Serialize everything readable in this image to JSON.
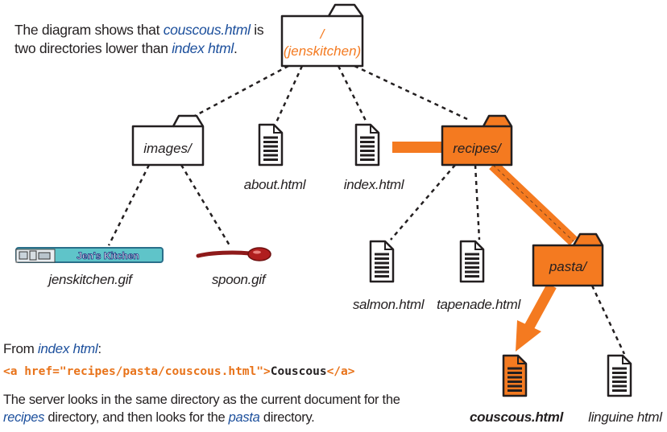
{
  "intro": {
    "part1": "The diagram shows that ",
    "file1": "couscous.html",
    "part2": " is two directories lower than ",
    "file2": "index html",
    "part3": "."
  },
  "nodes": {
    "root_line1": "/",
    "root_line2": "(jenskitchen)",
    "images": "images/",
    "about": "about.html",
    "index": "index.html",
    "recipes": "recipes/",
    "jenskitchen_gif": "jenskitchen.gif",
    "jenskitchen_logo_text": "Jen's Kitchen",
    "spoon_gif": "spoon.gif",
    "salmon": "salmon.html",
    "tapenade": "tapenade.html",
    "pasta": "pasta/",
    "couscous": "couscous.html",
    "linguine": "linguine html"
  },
  "from": {
    "prefix": "From ",
    "file": "index html",
    "suffix": ":"
  },
  "code": {
    "open_tag": "<a href=\"recipes/pasta/couscous.html\">",
    "link_text": "Couscous",
    "close_tag": "</a>"
  },
  "footer": {
    "part1": "The server looks in the same directory as the current document for the ",
    "dir1": "recipes",
    "part2": " directory, and then looks for the ",
    "dir2": "pasta",
    "part3": " directory."
  },
  "colors": {
    "highlight": "#f47a20",
    "line": "#231f20",
    "link": "#1c4f9c"
  }
}
